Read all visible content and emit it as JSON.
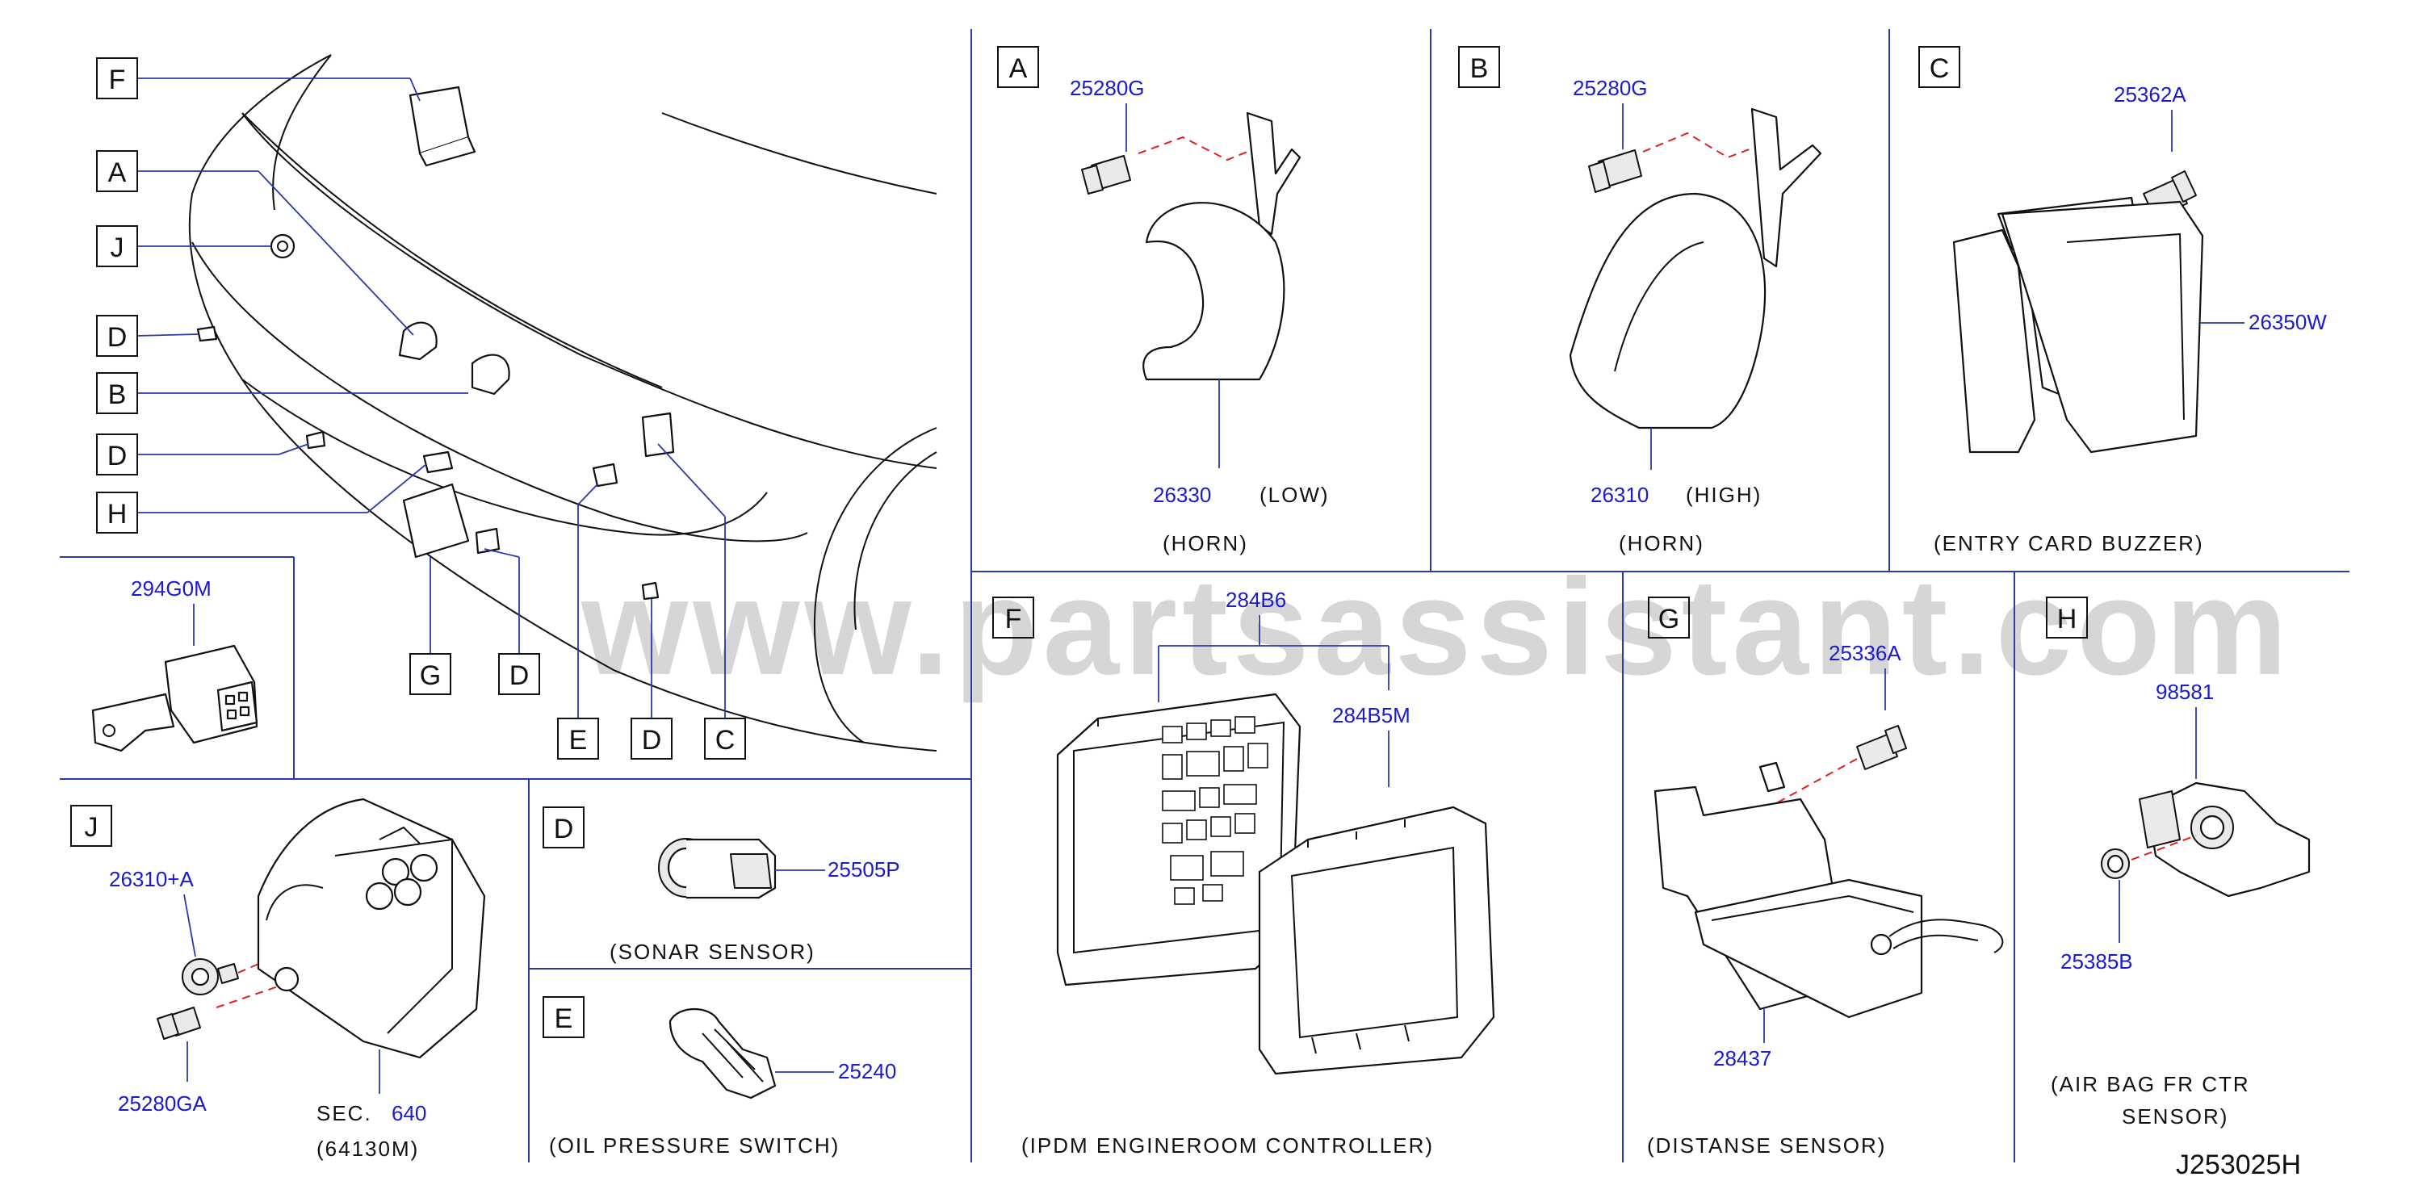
{
  "watermark": "www.partsassistant.com",
  "diagram_code": "J253025H",
  "overview": {
    "callouts": [
      "F",
      "A",
      "J",
      "D",
      "B",
      "D",
      "H",
      "G",
      "D",
      "E",
      "D",
      "C"
    ]
  },
  "panels": {
    "A": {
      "letter": "A",
      "part_bolt": "25280G",
      "part_main": "26330",
      "variant": "(LOW)",
      "caption": "(HORN)"
    },
    "B": {
      "letter": "B",
      "part_bolt": "25280G",
      "part_main": "26310",
      "variant": "(HIGH)",
      "caption": "(HORN)"
    },
    "C": {
      "letter": "C",
      "part_bolt": "25362A",
      "part_main": "26350W",
      "caption": "(ENTRY   CARD   BUZZER)"
    },
    "F": {
      "letter": "F",
      "part_top": "284B6",
      "part_frame": "284B5M",
      "caption": "(IPDM   ENGINEROOM   CONTROLLER)"
    },
    "G": {
      "letter": "G",
      "part_bolt": "25336A",
      "part_main": "28437",
      "caption": "(DISTANSE   SENSOR)"
    },
    "H": {
      "letter": "H",
      "part_main": "98581",
      "part_nut": "25385B",
      "caption_line1": "(AIR   BAG   FR   CTR",
      "caption_line2": "SENSOR)"
    },
    "connector": {
      "part": "294G0M"
    },
    "J": {
      "letter": "J",
      "part_grommet": "26310+A",
      "part_bolt": "25280GA",
      "sec_prefix": "SEC.",
      "sec_number": "640",
      "sec_ref": "(64130M)"
    },
    "D": {
      "letter": "D",
      "part": "25505P",
      "caption": "(SONAR   SENSOR)"
    },
    "E": {
      "letter": "E",
      "part": "25240",
      "caption": "(OIL   PRESSURE   SWITCH)"
    }
  }
}
